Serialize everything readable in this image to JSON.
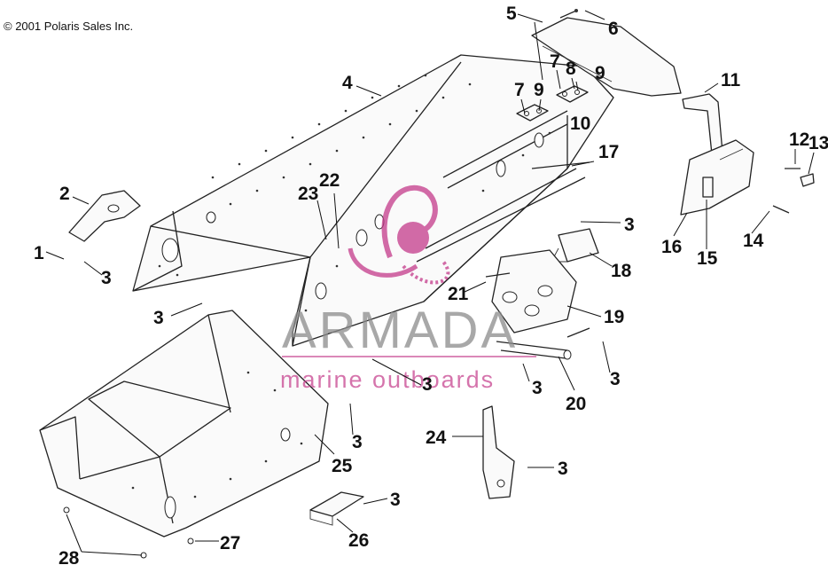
{
  "copyright": "© 2001 Polaris Sales Inc.",
  "watermark": {
    "name": "ARMADA",
    "tagline": "marine outboards",
    "accent_color": "#c43a8a",
    "text_color": "#8c8c8c"
  },
  "callouts": {
    "c1": "1",
    "c2": "2",
    "c3a": "3",
    "c3b": "3",
    "c3c": "3",
    "c3d": "3",
    "c3e": "3",
    "c3f": "3",
    "c3g": "3",
    "c3h": "3",
    "c3i": "3",
    "c4": "4",
    "c5": "5",
    "c6": "6",
    "c7a": "7",
    "c7b": "7",
    "c8": "8",
    "c9a": "9",
    "c9b": "9",
    "c10": "10",
    "c11": "11",
    "c12": "12",
    "c13": "13",
    "c14": "14",
    "c15": "15",
    "c16": "16",
    "c17": "17",
    "c18": "18",
    "c19": "19",
    "c20": "20",
    "c21": "21",
    "c22": "22",
    "c23": "23",
    "c24": "24",
    "c25": "25",
    "c26": "26",
    "c27": "27",
    "c28": "28"
  }
}
